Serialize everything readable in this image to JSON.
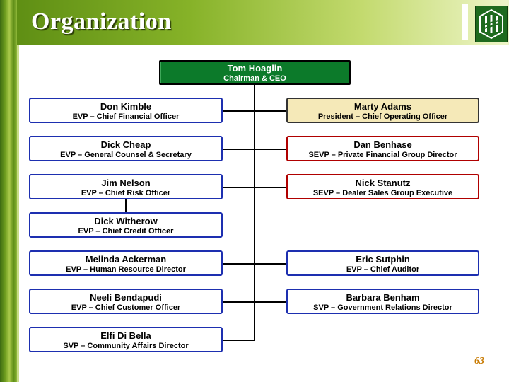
{
  "header": {
    "title": "Organization"
  },
  "ceo": {
    "name": "Tom Hoaglin",
    "title": "Chairman & CEO"
  },
  "left_column": [
    {
      "name": "Don Kimble",
      "title": "EVP – Chief Financial Officer"
    },
    {
      "name": "Dick Cheap",
      "title": "EVP – General Counsel & Secretary"
    },
    {
      "name": "Jim Nelson",
      "title": "EVP – Chief Risk Officer"
    },
    {
      "name": "Dick Witherow",
      "title": "EVP – Chief Credit Officer"
    },
    {
      "name": "Melinda Ackerman",
      "title": "EVP – Human Resource Director"
    },
    {
      "name": "Neeli Bendapudi",
      "title": "EVP – Chief Customer Officer"
    },
    {
      "name": "Elfi Di Bella",
      "title": "SVP – Community Affairs Director"
    }
  ],
  "right_column": [
    {
      "name": "Marty Adams",
      "title": "President – Chief Operating Officer"
    },
    {
      "name": "Dan Benhase",
      "title": "SEVP – Private Financial Group Director"
    },
    {
      "name": "Nick Stanutz",
      "title": "SEVP – Dealer Sales Group Executive"
    },
    {
      "name": "Eric Sutphin",
      "title": "EVP – Chief Auditor"
    },
    {
      "name": "Barbara Benham",
      "title": "SVP – Government Relations Director"
    }
  ],
  "footer": {
    "page_number": "63"
  },
  "colors": {
    "ceo_fill": "#0c7a2a",
    "left_border": "#1d2fb0",
    "right_border": "#b00000",
    "highlight_fill": "#f5e9b8",
    "page_number": "#c87a00"
  },
  "logo": {
    "icon": "bank-logo-icon"
  }
}
